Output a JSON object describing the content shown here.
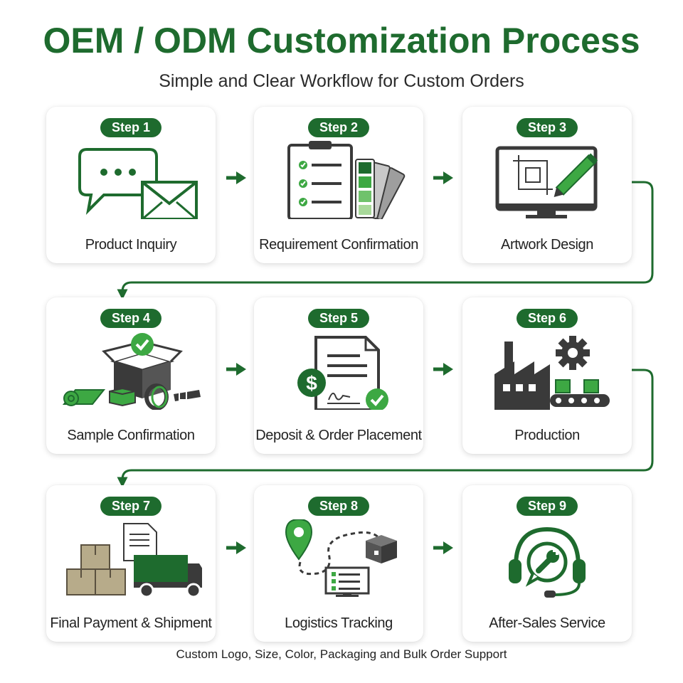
{
  "header": {
    "title": "OEM / ODM Customization Process",
    "subtitle": "Simple and Clear Workflow for Custom Orders"
  },
  "steps": [
    {
      "badge": "Step 1",
      "label": "Product Inquiry",
      "icon": "chat-envelope-icon"
    },
    {
      "badge": "Step 2",
      "label": "Requirement Confirmation",
      "icon": "checklist-swatch-icon"
    },
    {
      "badge": "Step 3",
      "label": "Artwork Design",
      "icon": "monitor-pencil-icon"
    },
    {
      "badge": "Step 4",
      "label": "Sample Confirmation",
      "icon": "sample-box-icon"
    },
    {
      "badge": "Step 5",
      "label": "Deposit & Order Placement",
      "icon": "contract-dollar-icon"
    },
    {
      "badge": "Step 6",
      "label": "Production",
      "icon": "factory-gear-icon"
    },
    {
      "badge": "Step 7",
      "label": "Final Payment & Shipment",
      "icon": "truck-boxes-icon"
    },
    {
      "badge": "Step 8",
      "label": "Logistics Tracking",
      "icon": "map-pin-route-icon"
    },
    {
      "badge": "Step 9",
      "label": "After-Sales Service",
      "icon": "headset-wrench-icon"
    }
  ],
  "footer": {
    "note": "Custom Logo, Size, Color, Packaging and Bulk Order Support"
  },
  "colors": {
    "primary_green": "#1e6b2e",
    "light_green": "#3da843",
    "dark_gray": "#3a3a3a"
  }
}
